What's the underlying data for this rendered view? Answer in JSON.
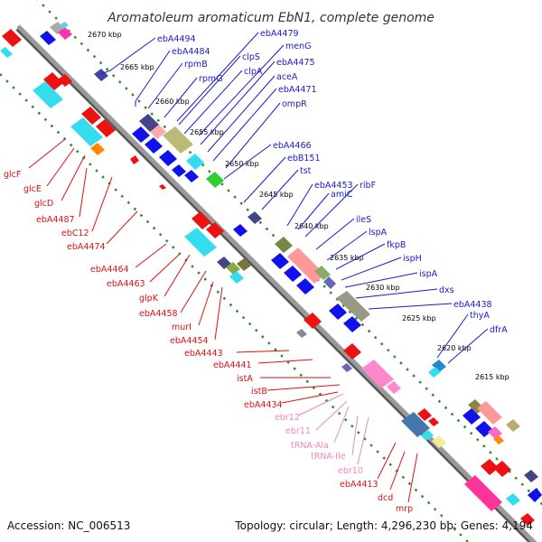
{
  "title": "Aromatoleum aromaticum EbN1, complete genome",
  "footer": {
    "accession": "Accession: NC_006513",
    "summary": "Topology: circular; Length: 4,296,230 bp; Genes: 4,194"
  },
  "scale_ticks": [
    "2670 kbp",
    "2665 kbp",
    "2660 kbp",
    "2655 kbp",
    "2650 kbp",
    "2645 kbp",
    "2640 kbp",
    "2635 kbp",
    "2630 kbp",
    "2625 kbp",
    "2620 kbp",
    "2615 kbp"
  ],
  "forward_labels": [
    "ebA4494",
    "ebA4484",
    "rpmB",
    "rpmG",
    "ebA4479",
    "clpS",
    "clpA",
    "menG",
    "ebA4475",
    "aceA",
    "ebA4471",
    "ompR",
    "ebA4466",
    "ebB151",
    "tst",
    "ebA4453",
    "amiC",
    "ribF",
    "ileS",
    "lspA",
    "fkpB",
    "ispH",
    "ispA",
    "dxs",
    "ebA4438",
    "thyA",
    "dfrA"
  ],
  "reverse_labels": [
    "glcF",
    "glcE",
    "glcD",
    "ebA4487",
    "ebC12",
    "ebA4474",
    "ebA4464",
    "ebA4463",
    "glpK",
    "ebA4458",
    "murI",
    "ebA4454",
    "ebA4443",
    "ebA4441",
    "istA",
    "istB",
    "ebA4434",
    "ebr12",
    "ebr11",
    "tRNA-Ala",
    "tRNA-Ile",
    "ebr10",
    "ebA4413",
    "dcd",
    "mrp"
  ],
  "colors": {
    "forward_label": "#1a1acc",
    "reverse_label": "#dd1111",
    "rna_label": "#ee88bb",
    "backbone": "#777777",
    "tick_dots": "#2a8a2a",
    "gene_blue": "#1111ee",
    "gene_red": "#ee1111",
    "gene_cyan": "#33ddee",
    "gene_pink": "#ff88cc"
  }
}
